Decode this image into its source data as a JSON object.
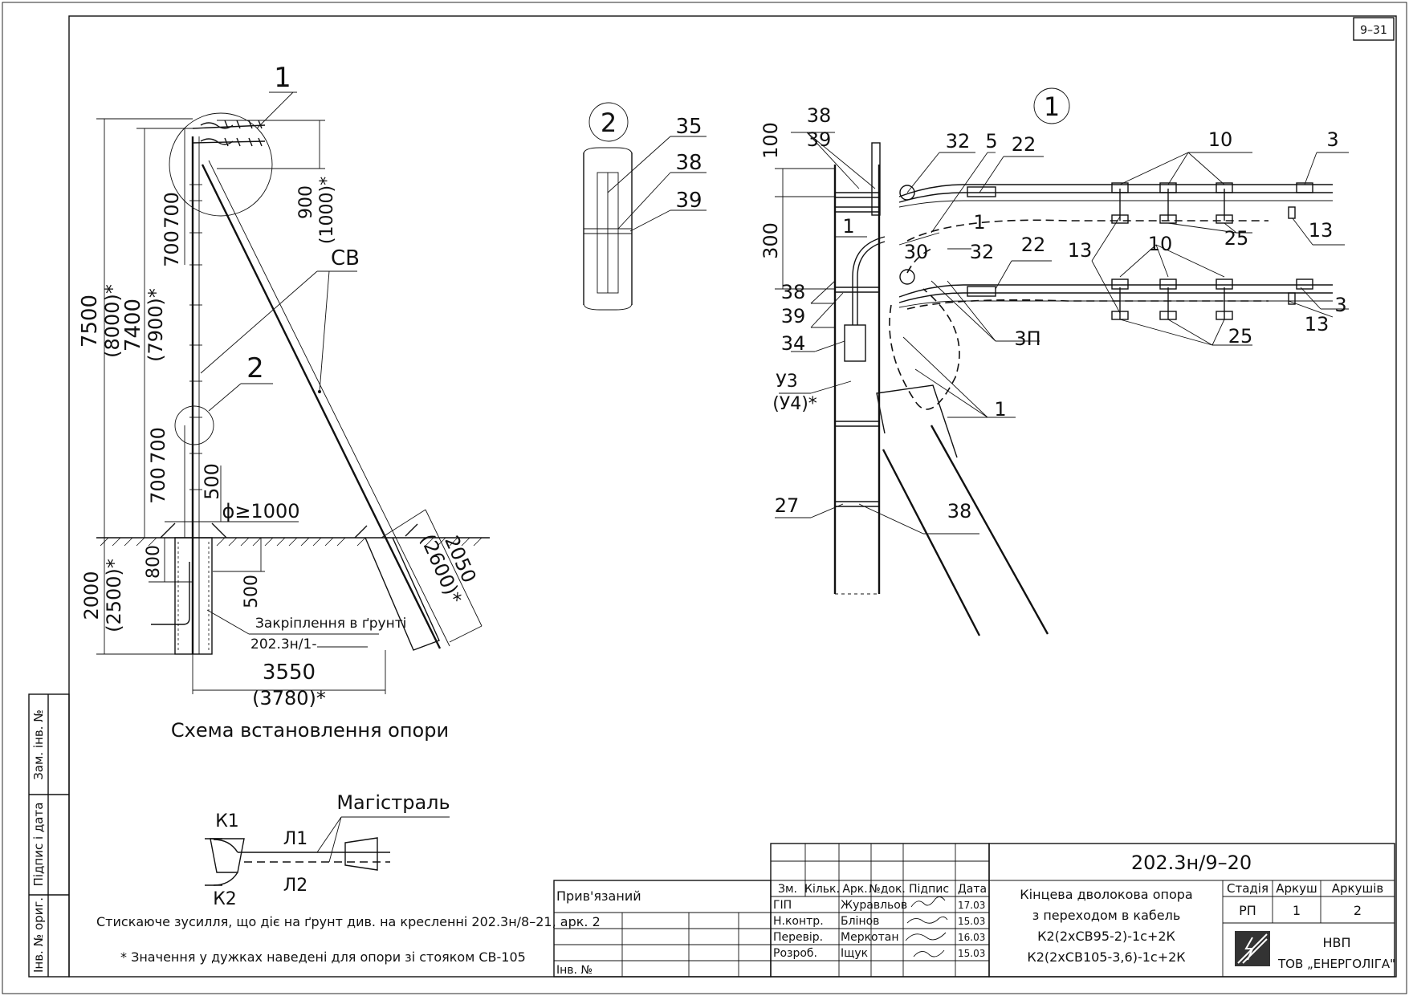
{
  "sheet_code": "9–31",
  "left_diagram": {
    "callout_1": "1",
    "callout_2": "2",
    "cv_label": "СВ",
    "dims": {
      "d7500": "7500",
      "d8000": "(8000)*",
      "d7400": "7400",
      "d7900": "(7900)*",
      "d700a": "700",
      "d700b": "700",
      "d700c": "700",
      "d700d": "700",
      "d500a": "500",
      "d900": "900",
      "d1000": "(1000)*",
      "phi": "ϕ≥1000",
      "d800": "800",
      "d500b": "500",
      "d2000": "2000",
      "d2500": "(2500)*",
      "d2050": "2050",
      "d2600": "(2600)*",
      "d3550": "3550",
      "d3780": "(3780)*"
    },
    "ground_note_line1": "Закріплення в ґрунті",
    "ground_note_line2": "202.3н/1-",
    "caption": "Схема встановлення опори"
  },
  "detail_2": {
    "callout": "2",
    "labels": [
      "35",
      "38",
      "39"
    ]
  },
  "detail_1": {
    "callout": "1",
    "dims": {
      "d100": "100",
      "d300": "300"
    },
    "labels": {
      "l38a": "38",
      "l39a": "39",
      "l32a": "32",
      "l5": "5",
      "l22a": "22",
      "l10a": "10",
      "l3a": "3",
      "l1a": "1",
      "l1b": "1",
      "l30": "30",
      "l32b": "32",
      "l22b": "22",
      "l13a": "13",
      "l10b": "10",
      "l25a": "25",
      "l13b": "13",
      "l38b": "38",
      "l39b": "39",
      "l34": "34",
      "l3p": "3П",
      "l13c": "13",
      "l3b": "3",
      "l25b": "25",
      "lu3": "У3",
      "lu4": "(У4)*",
      "l1c": "1",
      "l27": "27",
      "l38c": "38"
    }
  },
  "scheme": {
    "k1": "К1",
    "k2": "К2",
    "l1": "Л1",
    "l2": "Л2",
    "main": "Магістраль"
  },
  "notes": {
    "note1": "Стискаюче зусилля, що діє на ґрунт див. на кресленні 202.3н/8–21, арк. 2",
    "note2": "* Значення у дужках наведені для опори зі стояком СВ-105"
  },
  "side_stamp": {
    "c1": "Інв. № ориг.",
    "c2": "Підпис і дата",
    "c3": "Зам. інв. №"
  },
  "title_block": {
    "linked": "Прив'язаний",
    "inv": "Інв. №",
    "headers": [
      "Зм.",
      "Кільк.",
      "Арк.",
      "№док.",
      "Підпис",
      "Дата"
    ],
    "rows": [
      {
        "role": "ГІП",
        "name": "Журавльов",
        "date": "17.03"
      },
      {
        "role": "Н.контр.",
        "name": "Блінов",
        "date": "15.03"
      },
      {
        "role": "Перевір.",
        "name": "Меркотан",
        "date": "16.03"
      },
      {
        "role": "Розроб.",
        "name": "Іщук",
        "date": "15.03"
      }
    ],
    "doc_number": "202.3н/9–20",
    "title_lines": [
      "Кінцева дволокова опора",
      "з переходом в кабель",
      "К2(2хСВ95-2)-1с+2К",
      "К2(2хСВ105-3,6)-1с+2К"
    ],
    "stage_header": "Стадія",
    "sheet_header": "Аркуш",
    "sheets_header": "Аркушів",
    "stage": "РП",
    "sheet": "1",
    "sheets": "2",
    "company_line1": "НВП",
    "company_line2": "ТОВ „ЕНЕРГОЛІГА\""
  }
}
